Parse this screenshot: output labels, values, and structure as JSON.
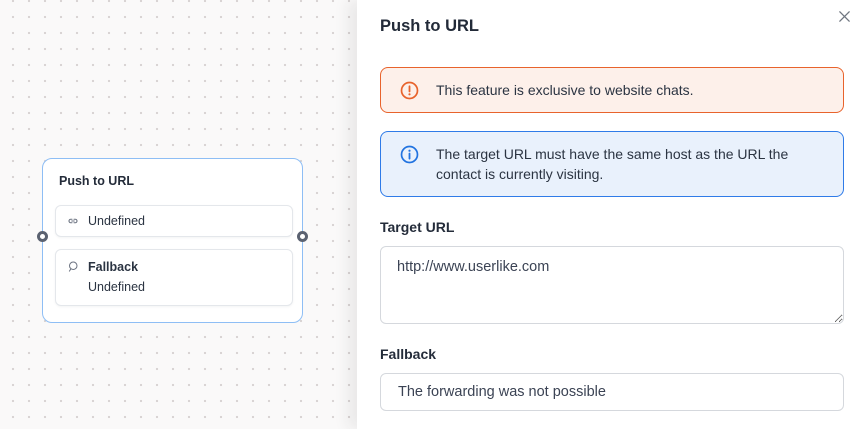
{
  "canvas": {
    "node": {
      "title": "Push to URL",
      "link_item": {
        "icon": "link-icon",
        "label": "Undefined"
      },
      "fallback_item": {
        "icon": "chat-bubble-icon",
        "title": "Fallback",
        "label": "Undefined"
      }
    }
  },
  "panel": {
    "title": "Push to URL",
    "warning_alert": {
      "text": "This feature is exclusive to website chats."
    },
    "info_alert": {
      "text": "The target URL must have the same host as the URL the contact is currently visiting."
    },
    "target_url_field": {
      "label": "Target URL",
      "value": "http://www.userlike.com"
    },
    "fallback_field": {
      "label": "Fallback",
      "value": "The forwarding was not possible"
    }
  },
  "colors": {
    "warning_border": "#e8632c",
    "warning_bg": "#fdf0ea",
    "info_border": "#2f7be8",
    "info_bg": "#e9f1fc",
    "node_border": "#8ebef5",
    "canvas_bg": "#faf9f9",
    "text_dark": "#242c3a"
  }
}
